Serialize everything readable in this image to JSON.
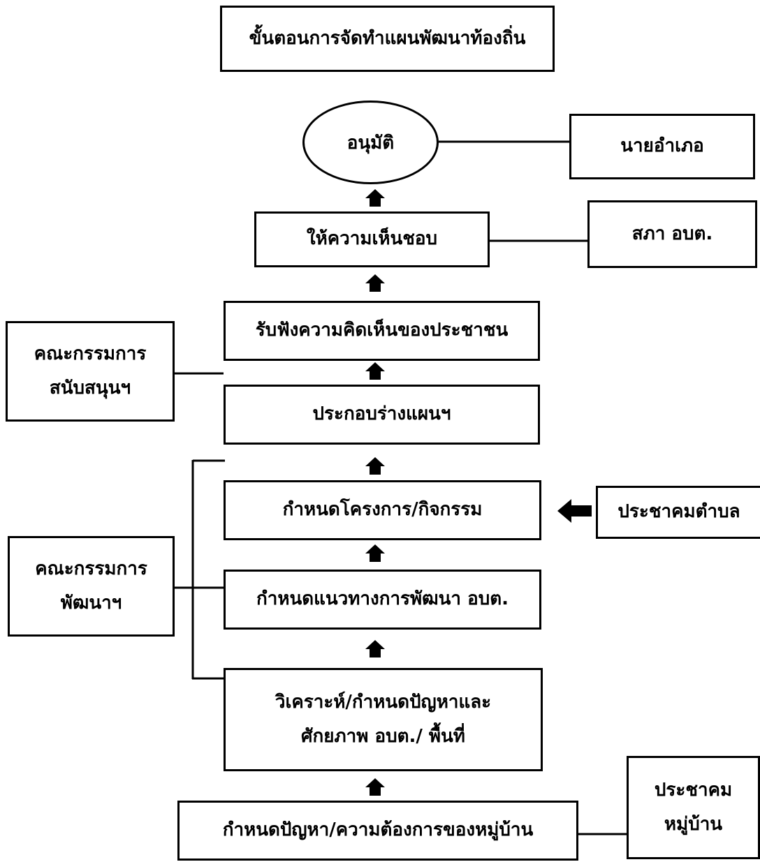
{
  "title": "ขั้นตอนการจัดทำแผนพัฒนาท้องถิ่น",
  "steps": {
    "approve": "อนุมัติ",
    "endorse": "ให้ความเห็นชอบ",
    "hearing": "รับฟังความคิดเห็นของประชาชน",
    "draft": "ประกอบร่างแผนฯ",
    "projects": "กำหนดโครงการ/กิจกรรม",
    "guidelines": "กำหนดแนวทางการพัฒนา อบต.",
    "analysis_line1": "วิเคราะห์/กำหนดปัญหาและ",
    "analysis_line2": "ศักยภาพ อบต./ พื้นที่",
    "village_needs": "กำหนดปัญหา/ความต้องการของหมู่บ้าน"
  },
  "actors": {
    "district_chief": "นายอำเภอ",
    "council": "สภา อบต.",
    "support_committee_line1": "คณะกรรมการ",
    "support_committee_line2": "สนับสนุนฯ",
    "dev_committee_line1": "คณะกรรมการ",
    "dev_committee_line2": "พัฒนาฯ",
    "subdistrict_community": "ประชาคมตำบล",
    "village_community_line1": "ประชาคม",
    "village_community_line2": "หมู่บ้าน"
  }
}
